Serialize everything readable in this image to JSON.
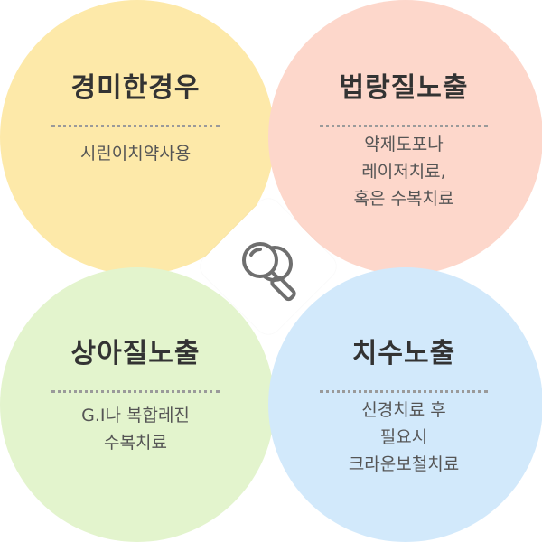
{
  "quadrants": [
    {
      "id": "mild",
      "title": "경미한경우",
      "lines": [
        "시린이치약사용"
      ],
      "color": "#fde9a9"
    },
    {
      "id": "enamel",
      "title": "법랑질노출",
      "lines": [
        "약제도포나",
        "레이저치료,",
        "혹은 수복치료"
      ],
      "color": "#fdd7cb"
    },
    {
      "id": "dentin",
      "title": "상아질노출",
      "lines": [
        "G.I나 복합레진",
        "수복치료"
      ],
      "color": "#e3f4cd"
    },
    {
      "id": "pulp",
      "title": "치수노출",
      "lines": [
        "신경치료 후",
        "필요시",
        "크라운보철치료"
      ],
      "color": "#d2e9fb"
    }
  ],
  "center_icon": "magnifier-icon"
}
